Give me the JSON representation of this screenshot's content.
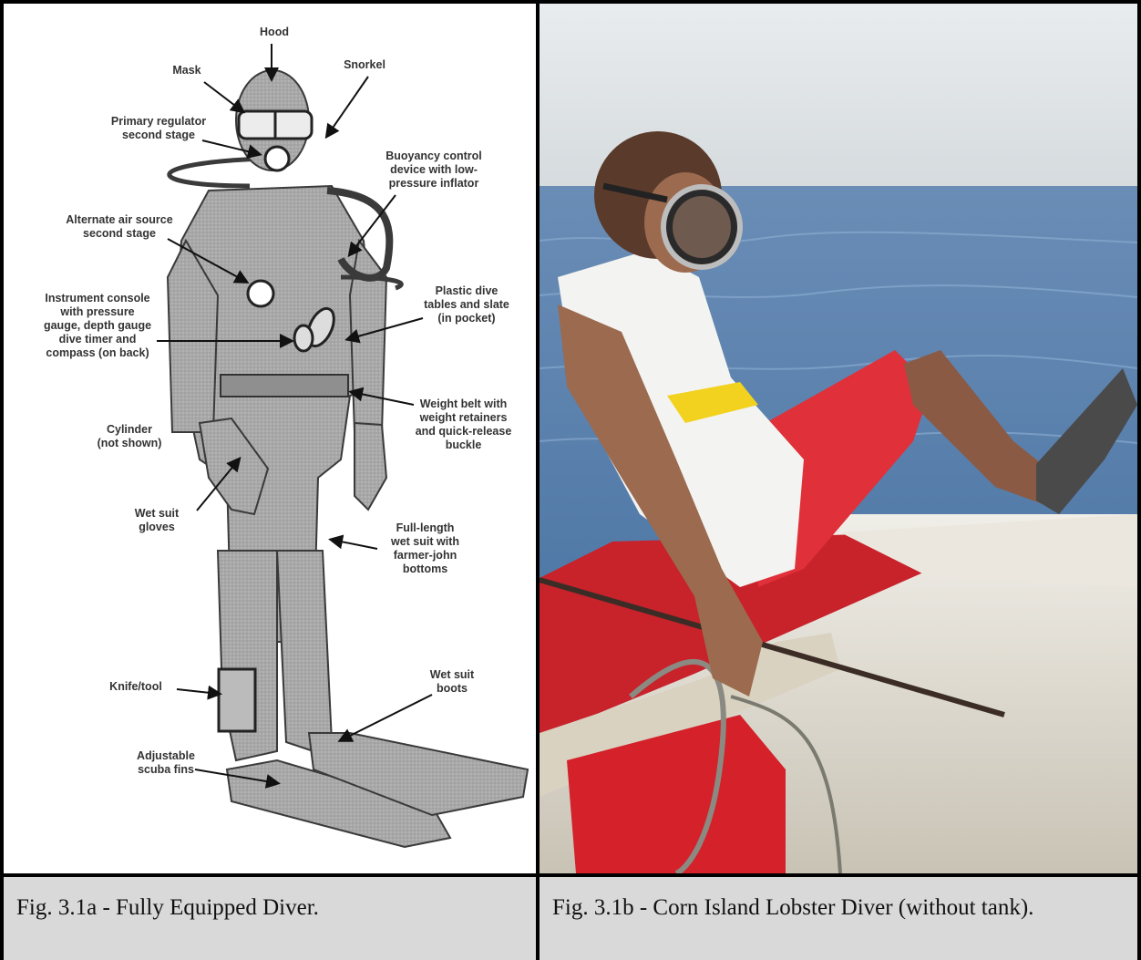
{
  "figure_left": {
    "labels": {
      "hood": "Hood",
      "mask": "Mask",
      "snorkel": "Snorkel",
      "primary_regulator": "Primary regulator\nsecond stage",
      "bcd": "Buoyancy control\ndevice with low-\npressure inflator",
      "alternate_air": "Alternate air source\nsecond stage",
      "console": "Instrument console\nwith pressure\ngauge, depth gauge\ndive timer and\ncompass (on back)",
      "dive_tables": "Plastic dive\ntables and slate\n(in pocket)",
      "weight_belt": "Weight belt with\nweight retainers\nand quick-release\nbuckle",
      "cylinder": "Cylinder\n(not shown)",
      "gloves": "Wet suit\ngloves",
      "wetsuit": "Full-length\nwet suit with\nfarmer-john\nbottoms",
      "knife": "Knife/tool",
      "boots": "Wet suit\nboots",
      "fins": "Adjustable\nscuba fins"
    },
    "caption": "Fig. 3.1a - Fully Equipped Diver."
  },
  "figure_right": {
    "caption": "Fig. 3.1b - Corn Island Lobster Diver (without tank)."
  },
  "colors": {
    "caption_bg": "#d9d9d9",
    "sea": "#5f86b3",
    "sky": "#e4e8ea",
    "shorts": "#e0303a",
    "boat_red": "#c8222b",
    "suit_gray": "#a9a9a9"
  }
}
